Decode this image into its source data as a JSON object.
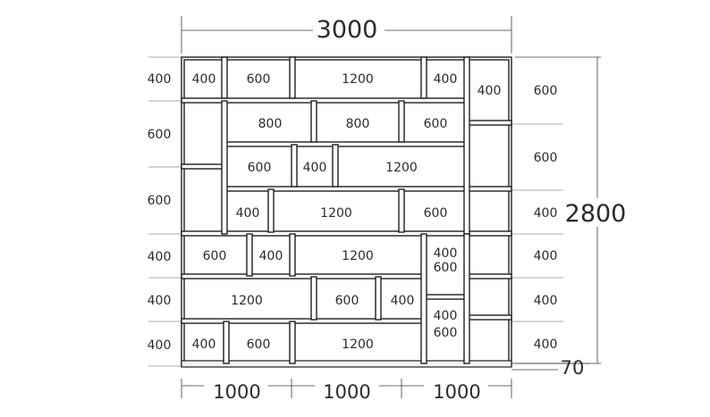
{
  "overall": {
    "width_label": "3000",
    "height_label": "2800",
    "plinth_label": "70"
  },
  "bottom_dims": [
    "1000",
    "1000",
    "1000"
  ],
  "left_dims": [
    "400",
    "600",
    "600",
    "400",
    "400",
    "400"
  ],
  "right_dims": [
    "600",
    "600",
    "400",
    "400",
    "400",
    "400"
  ],
  "rows": [
    [
      "400",
      "600",
      "1200",
      "400",
      "400"
    ],
    [
      "800",
      "800",
      "600"
    ],
    [
      "600",
      "400",
      "1200"
    ],
    [
      "400",
      "1200",
      "600"
    ],
    [
      "600",
      "400",
      "1200",
      "400",
      "600"
    ],
    [
      "1200",
      "600",
      "400"
    ],
    [
      "400",
      "600",
      "1200",
      "400",
      "600"
    ]
  ]
}
